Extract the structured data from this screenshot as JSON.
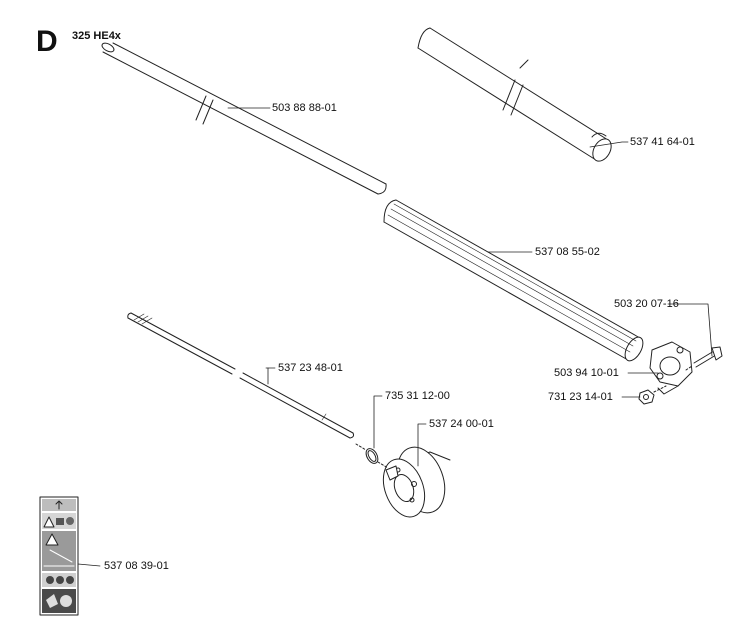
{
  "header": {
    "section_letter": "D",
    "model": "325 HE4x"
  },
  "parts": [
    {
      "id": "p1",
      "number": "503 88 88-01"
    },
    {
      "id": "p2",
      "number": "537 41 64-01"
    },
    {
      "id": "p3",
      "number": "537 08 55-02"
    },
    {
      "id": "p4",
      "number": "503 20 07-16"
    },
    {
      "id": "p5",
      "number": "503 94 10-01"
    },
    {
      "id": "p6",
      "number": "731 23 14-01"
    },
    {
      "id": "p7",
      "number": "537 23 48-01"
    },
    {
      "id": "p8",
      "number": "735 31 12-00"
    },
    {
      "id": "p9",
      "number": "537 24 00-01"
    },
    {
      "id": "p10",
      "number": "537 08 39-01"
    }
  ],
  "colors": {
    "line": "#222222",
    "decal_gray": "#9a9a9a",
    "decal_dark": "#4a4a4a"
  }
}
